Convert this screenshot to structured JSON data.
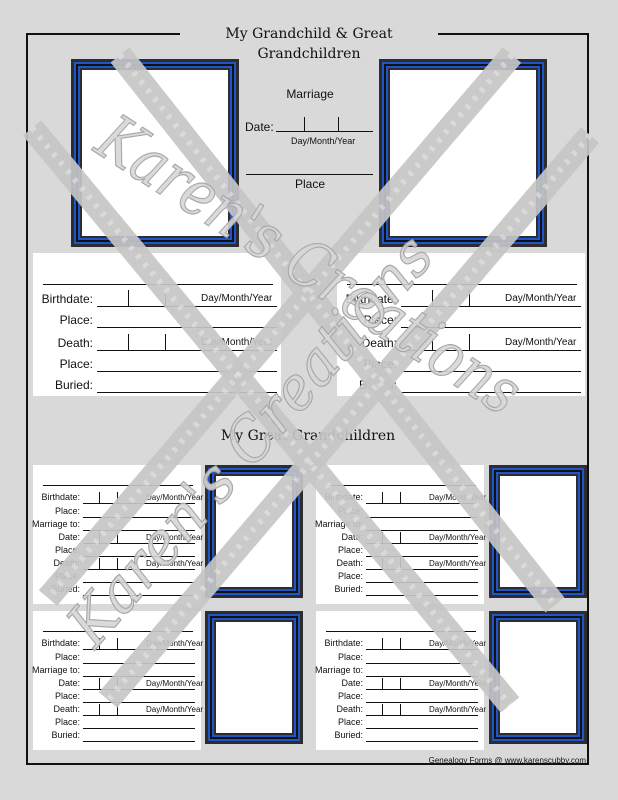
{
  "title": "My Grandchild & Great Grandchildren",
  "marriage": {
    "heading": "Marriage",
    "date_label": "Date:",
    "date_format": "Day/Month/Year",
    "place_label": "Place"
  },
  "grandchild_cards": [
    {
      "birthdate": "Birthdate:",
      "place1": "Place:",
      "death": "Death:",
      "place2": "Place:",
      "buried": "Buried:",
      "format1": "Day/Month/Year",
      "format2": "Day/Month/Year"
    },
    {
      "birthdate": "Birthdate:",
      "place1": "Place:",
      "death": "Death:",
      "place2": "Place:",
      "buried": "Buried:",
      "format1": "Day/Month/Year",
      "format2": "Day/Month/Year"
    }
  ],
  "great_grandchildren_title": "My Great Grandchildren",
  "small_card": {
    "birthdate": "Birthdate:",
    "place": "Place:",
    "marriage_to": "Marriage to:",
    "date": "Date:",
    "death": "Death:",
    "buried": "Buried:",
    "format": "Day/Month/Year"
  },
  "watermark": "Karen's Creations",
  "footer": "Genealogy Forms @ www.karenscubby.com",
  "colors": {
    "background": "#d9d9d9",
    "frame_blue": "#1e55c8"
  }
}
